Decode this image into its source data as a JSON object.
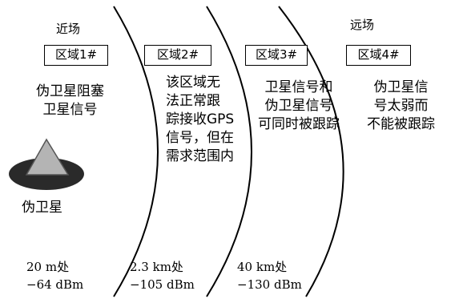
{
  "labels": {
    "near_field": "近场",
    "far_field": "远场",
    "pseudolite": "伪卫星"
  },
  "zones": [
    {
      "title": "区域1#",
      "desc": [
        "伪卫星阻塞",
        "卫星信号"
      ],
      "distance": "20 m处",
      "power": "−64 dBm"
    },
    {
      "title": "区域2#",
      "desc": [
        "该区域无",
        "法正常跟",
        "踪接收GPS",
        "信号，但在",
        "需求范围内"
      ],
      "distance": "2.3 km处",
      "power": "−105 dBm"
    },
    {
      "title": "区域3#",
      "desc": [
        "卫星信号和",
        "伪卫星信号",
        "可同时被跟踪"
      ],
      "distance": "40 km处",
      "power": "−130 dBm"
    },
    {
      "title": "区域4#",
      "desc": [
        "伪卫星信",
        "号太弱而",
        "不能被跟踪"
      ]
    }
  ],
  "colors": {
    "line": "#000000",
    "triangle_fill": "#b4b4b4",
    "ellipse_fill": "#2a2a2a"
  }
}
